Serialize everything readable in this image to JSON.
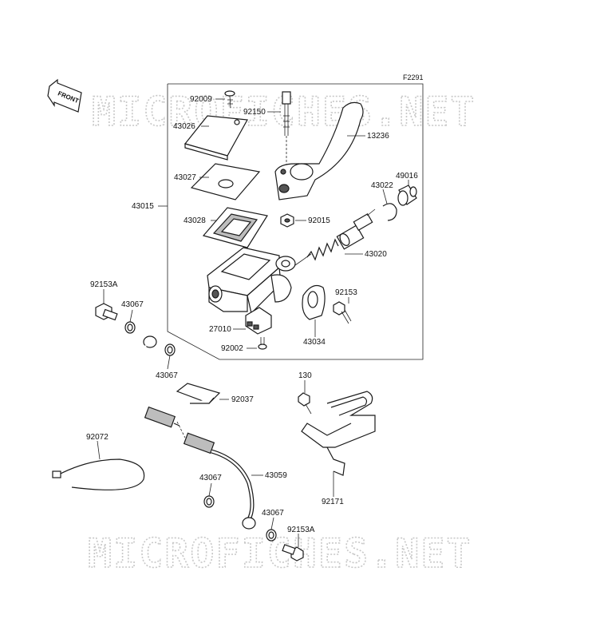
{
  "figure_code": "F2291",
  "front_label": "FRONT",
  "watermark": "MICROFICHES.NET",
  "labels": [
    {
      "id": "92009",
      "text": "92009"
    },
    {
      "id": "92150",
      "text": "92150"
    },
    {
      "id": "43026",
      "text": "43026"
    },
    {
      "id": "13236",
      "text": "13236"
    },
    {
      "id": "43027",
      "text": "43027"
    },
    {
      "id": "49016",
      "text": "49016"
    },
    {
      "id": "43022",
      "text": "43022"
    },
    {
      "id": "43015",
      "text": "43015"
    },
    {
      "id": "43028",
      "text": "43028"
    },
    {
      "id": "92015",
      "text": "92015"
    },
    {
      "id": "43020",
      "text": "43020"
    },
    {
      "id": "92153A",
      "text": "92153A"
    },
    {
      "id": "92153",
      "text": "92153"
    },
    {
      "id": "43067a",
      "text": "43067"
    },
    {
      "id": "27010",
      "text": "27010"
    },
    {
      "id": "43034",
      "text": "43034"
    },
    {
      "id": "92002",
      "text": "92002"
    },
    {
      "id": "43067b",
      "text": "43067"
    },
    {
      "id": "130",
      "text": "130"
    },
    {
      "id": "92037",
      "text": "92037"
    },
    {
      "id": "92072",
      "text": "92072"
    },
    {
      "id": "43059",
      "text": "43059"
    },
    {
      "id": "43067c",
      "text": "43067"
    },
    {
      "id": "92171",
      "text": "92171"
    },
    {
      "id": "43067d",
      "text": "43067"
    },
    {
      "id": "92153A2",
      "text": "92153A"
    }
  ]
}
